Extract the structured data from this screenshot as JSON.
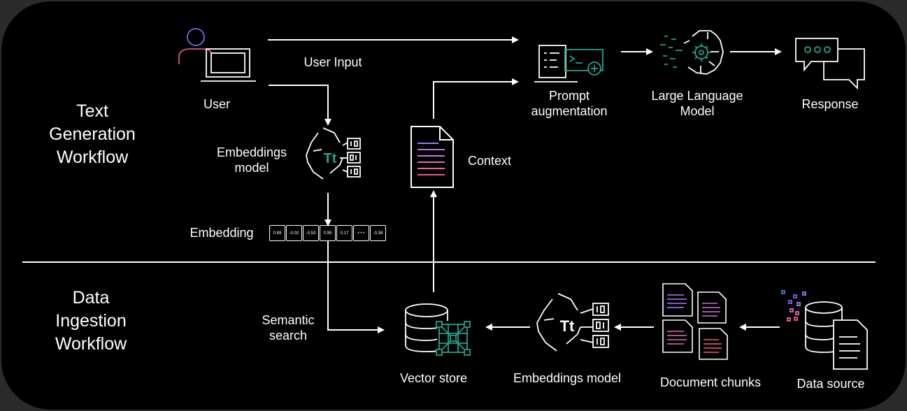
{
  "sections": {
    "text_generation": "Text\nGeneration\nWorkflow",
    "data_ingestion": "Data\nIngestion\nWorkflow"
  },
  "nodes": {
    "user": "User",
    "user_input": "User Input",
    "embeddings_model_top": "Embeddings\nmodel",
    "embedding": "Embedding",
    "context": "Context",
    "prompt_augmentation": "Prompt\naugmentation",
    "llm": "Large Language\nModel",
    "response": "Response",
    "semantic_search": "Semantic\nsearch",
    "vector_store": "Vector store",
    "embeddings_model_bottom": "Embeddings model",
    "document_chunks": "Document chunks",
    "data_source": "Data source"
  },
  "embedding_values": [
    "0.89",
    "-0.02",
    "-0.53",
    "0.95",
    "0.17",
    "• • •",
    "-0.38"
  ],
  "embedding_glyph": "Tt",
  "icons": [
    "user-laptop-icon",
    "embeddings-model-icon",
    "document-icon",
    "prompt-augmentation-icon",
    "brain-gear-icon",
    "chat-bubbles-icon",
    "vector-store-icon",
    "document-chunks-icon",
    "data-source-icon"
  ],
  "colors": {
    "background": "#000000",
    "accent_teal": "#1fa58a",
    "user_pink": "#e0557a",
    "user_purple": "#7a66e8",
    "line": "#ffffff"
  }
}
